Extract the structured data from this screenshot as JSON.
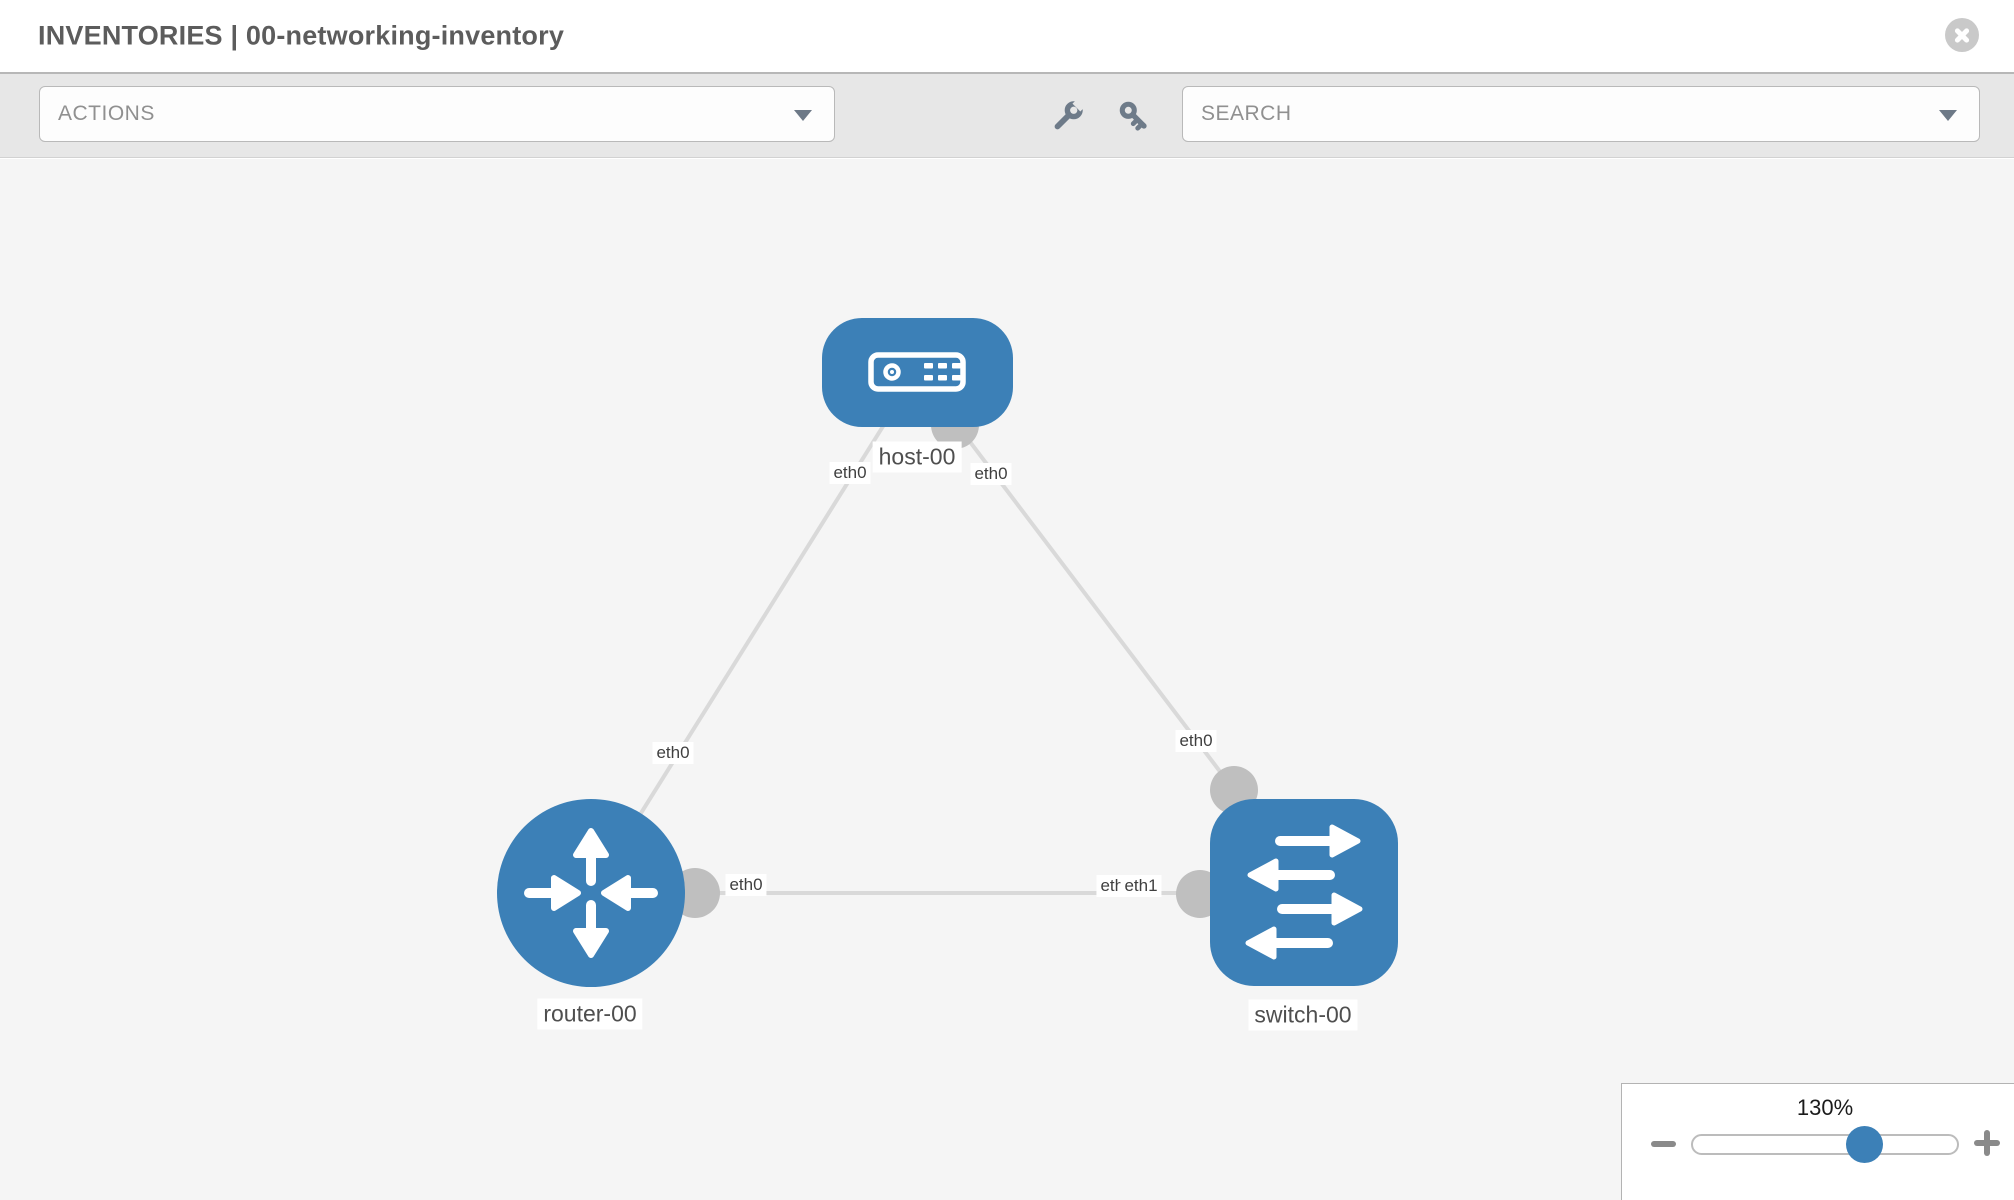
{
  "header": {
    "title": "INVENTORIES | 00-networking-inventory"
  },
  "toolbar": {
    "actions_placeholder": "ACTIONS",
    "search_placeholder": "SEARCH",
    "icons": [
      "wrench-icon",
      "key-icon"
    ]
  },
  "topology": {
    "nodes": [
      {
        "label": "host-00",
        "type": "host"
      },
      {
        "label": "router-00",
        "type": "router"
      },
      {
        "label": "switch-00",
        "type": "switch"
      }
    ],
    "links": [
      {
        "source": "host-00",
        "target": "router-00",
        "source_interface": "eth0",
        "target_interface": "eth0"
      },
      {
        "source": "host-00",
        "target": "switch-00",
        "source_interface": "eth0",
        "target_interface": "eth0"
      },
      {
        "source": "router-00",
        "target": "switch-00",
        "source_interface": "eth0",
        "target_interface": "eth1"
      }
    ],
    "if_labels": [
      "eth0",
      "eth0",
      "eth0",
      "eth0",
      "eth0",
      "eth0",
      "eth1"
    ]
  },
  "zoom_panel": {
    "level": "130%"
  },
  "colors": {
    "node_blue": "#3c80b7",
    "link_gray": "#d9d9d9",
    "connector_gray": "#bfbfbf",
    "canvas_bg": "#f5f5f5",
    "toolbar_bg": "#e7e7e7"
  }
}
